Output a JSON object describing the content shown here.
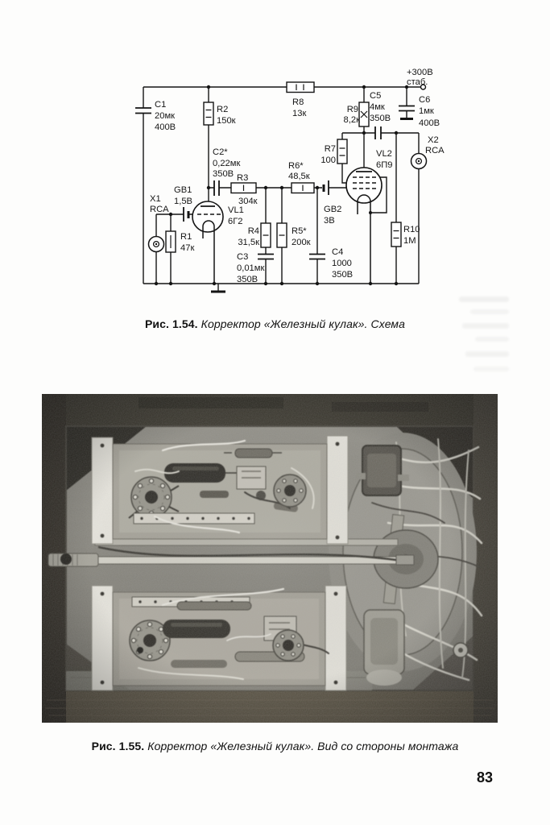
{
  "schematic": {
    "power_rail": {
      "line1": "+300В",
      "line2": "стаб."
    },
    "c1": {
      "name": "C1",
      "value": "20мк",
      "voltage": "400В"
    },
    "r2": {
      "name": "R2",
      "value": "150к"
    },
    "r8": {
      "name": "R8",
      "value": "13к"
    },
    "r9": {
      "name": "R9",
      "value": "8,2к"
    },
    "c5": {
      "name": "C5",
      "value": "4мк",
      "voltage": "350В"
    },
    "c6": {
      "name": "C6",
      "value": "1мк",
      "voltage": "400В"
    },
    "x2": {
      "name": "X2",
      "type": "RCA"
    },
    "r7": {
      "name": "R7",
      "value": "100"
    },
    "vl2": {
      "name": "VL2",
      "type": "6П9"
    },
    "c2": {
      "name": "C2*",
      "value": "0,22мк",
      "voltage": "350В"
    },
    "r3": {
      "name": "R3",
      "value": "304к"
    },
    "r6": {
      "name": "R6*",
      "value": "48,5к"
    },
    "gb1": {
      "name": "GB1",
      "value": "1,5В"
    },
    "x1": {
      "name": "X1",
      "type": "RCA"
    },
    "vl1": {
      "name": "VL1",
      "type": "6Г2"
    },
    "r1": {
      "name": "R1",
      "value": "47к"
    },
    "r4": {
      "name": "R4",
      "value": "31,5к"
    },
    "r5": {
      "name": "R5*",
      "value": "200к"
    },
    "gb2": {
      "name": "GB2",
      "value": "3В"
    },
    "c3": {
      "name": "C3",
      "value": "0,01мк",
      "voltage": "350В"
    },
    "c4": {
      "name": "C4",
      "value": "1000",
      "voltage": "350В"
    },
    "r10": {
      "name": "R10",
      "value": "1M"
    }
  },
  "captions": {
    "fig154_label": "Рис. 1.54.",
    "fig154_text": "Корректор «Железный кулак». Схема",
    "fig155_label": "Рис. 1.55.",
    "fig155_text": "Корректор «Железный кулак». Вид со стороны монтажа"
  },
  "page_number": "83"
}
